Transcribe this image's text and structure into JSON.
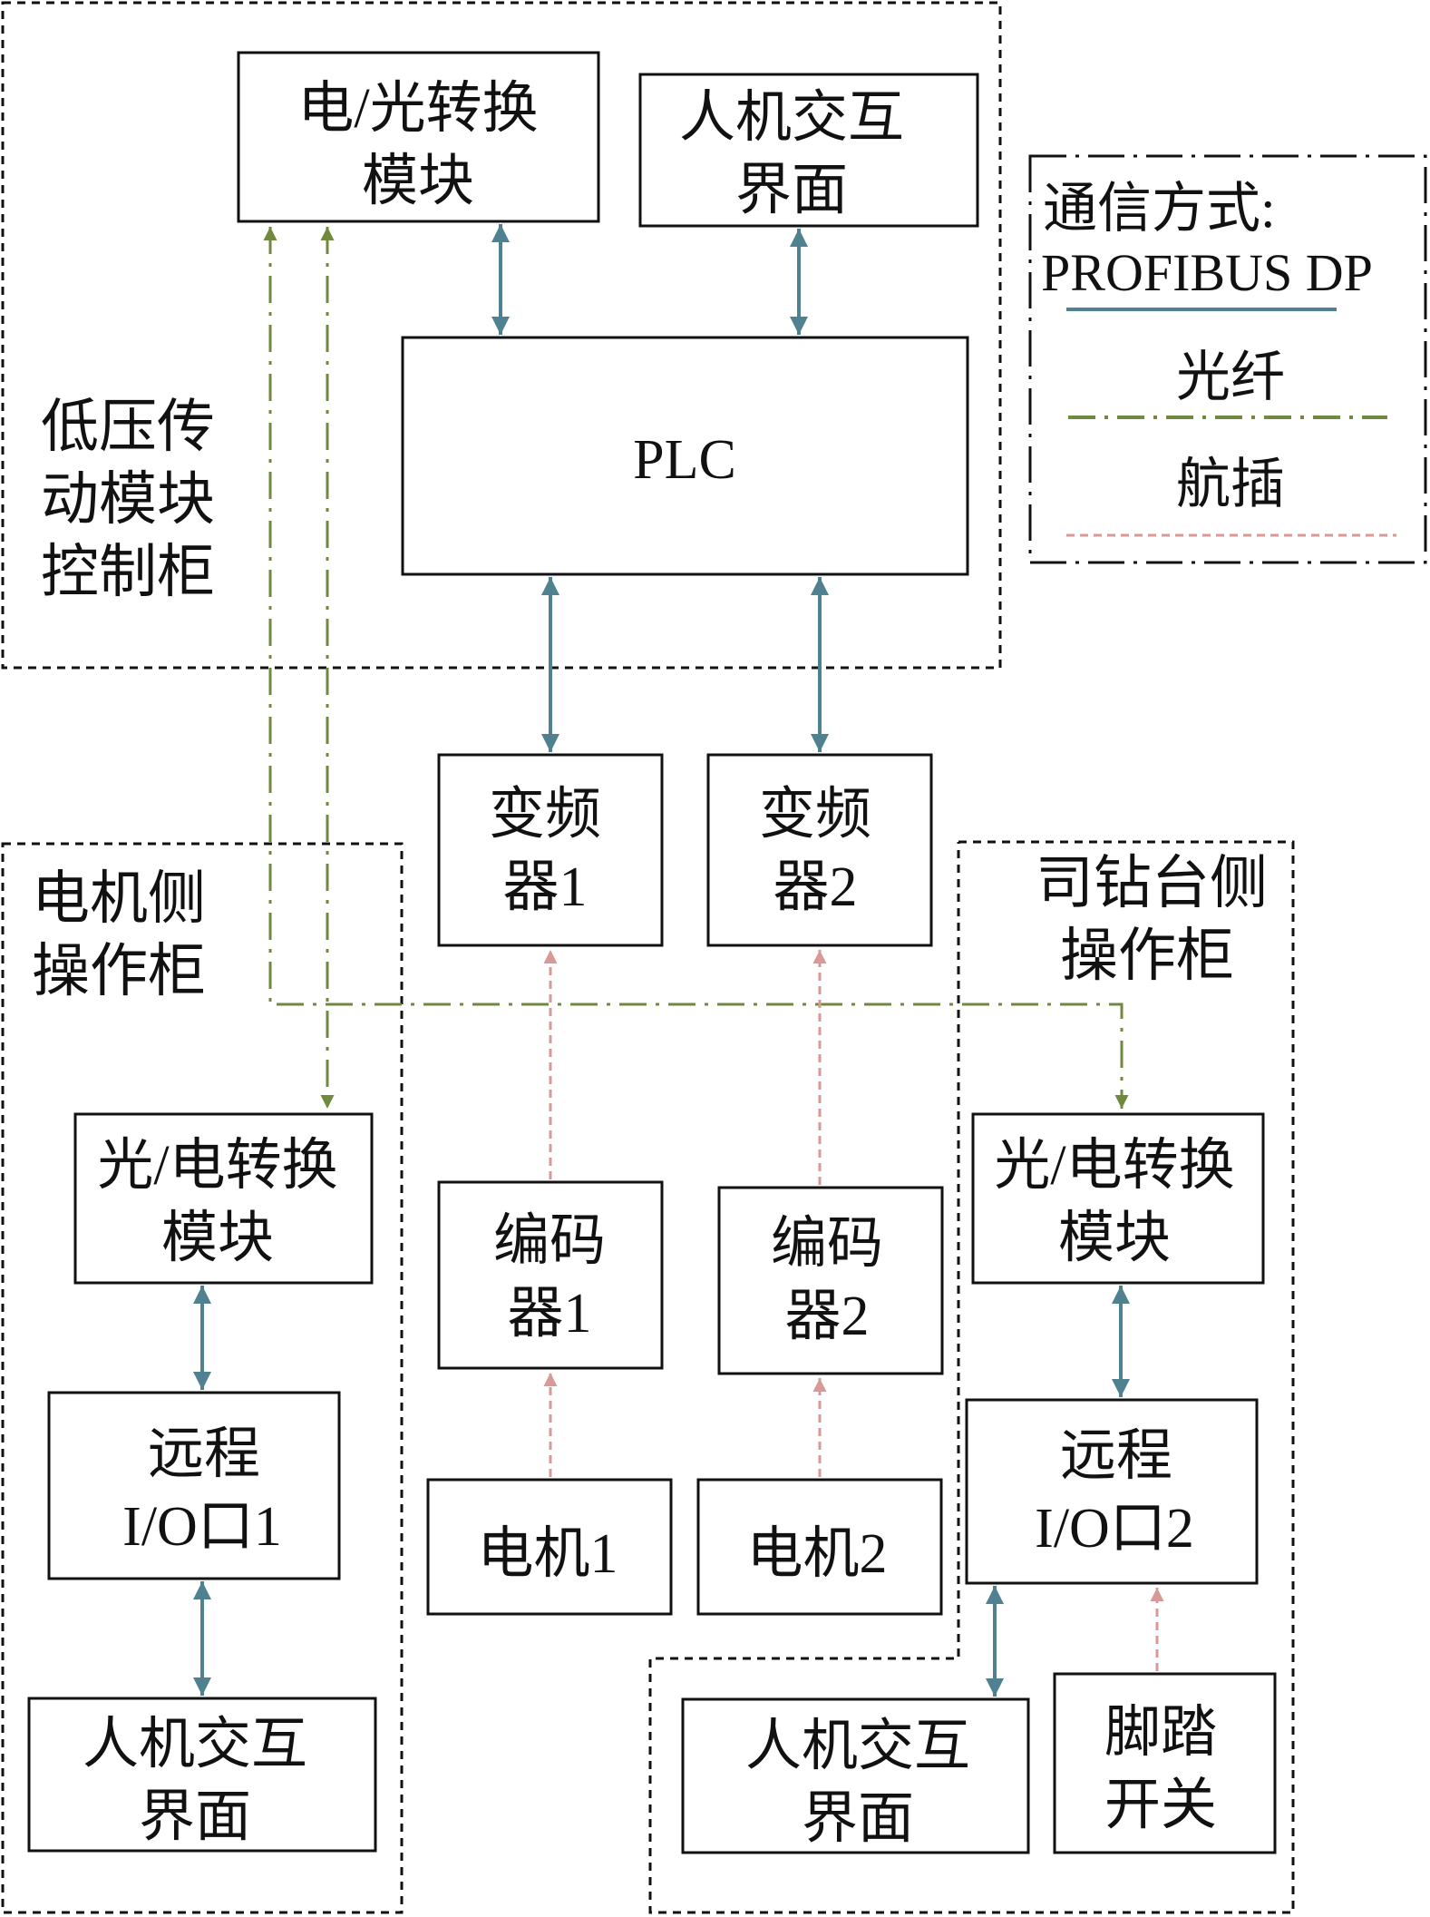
{
  "colors": {
    "profibus": "#4f8190",
    "fiber": "#6f8a3f",
    "aviation_plug": "#d89a96",
    "box_stroke": "#111111",
    "text": "#111111"
  },
  "groups": {
    "low_voltage_cabinet": [
      "低压传",
      "动模块",
      "控制柜"
    ],
    "motor_side_cabinet": [
      "电机侧",
      "操作柜"
    ],
    "driller_side_cabinet": [
      "司钻台侧",
      "操作柜"
    ]
  },
  "blocks": {
    "eo_converter": [
      "电/光转换",
      "模块"
    ],
    "hmi_top": [
      "人机交互",
      "界面"
    ],
    "plc": [
      "PLC"
    ],
    "vfd1": [
      "变频",
      "器1"
    ],
    "vfd2": [
      "变频",
      "器2"
    ],
    "oe_converter_left": [
      "光/电转换",
      "模块"
    ],
    "remote_io1": [
      "远程",
      "I/O口1"
    ],
    "hmi_left": [
      "人机交互",
      "界面"
    ],
    "encoder1": [
      "编码",
      "器1"
    ],
    "encoder2": [
      "编码",
      "器2"
    ],
    "motor1": [
      "电机1"
    ],
    "motor2": [
      "电机2"
    ],
    "oe_converter_right": [
      "光/电转换",
      "模块"
    ],
    "remote_io2": [
      "远程",
      "I/O口2"
    ],
    "hmi_right": [
      "人机交互",
      "界面"
    ],
    "foot_switch": [
      "脚踏",
      "开关"
    ]
  },
  "legend": {
    "title": "通信方式:",
    "profibus": "PROFIBUS DP",
    "fiber": "光纤",
    "aviation_plug": "航插"
  }
}
